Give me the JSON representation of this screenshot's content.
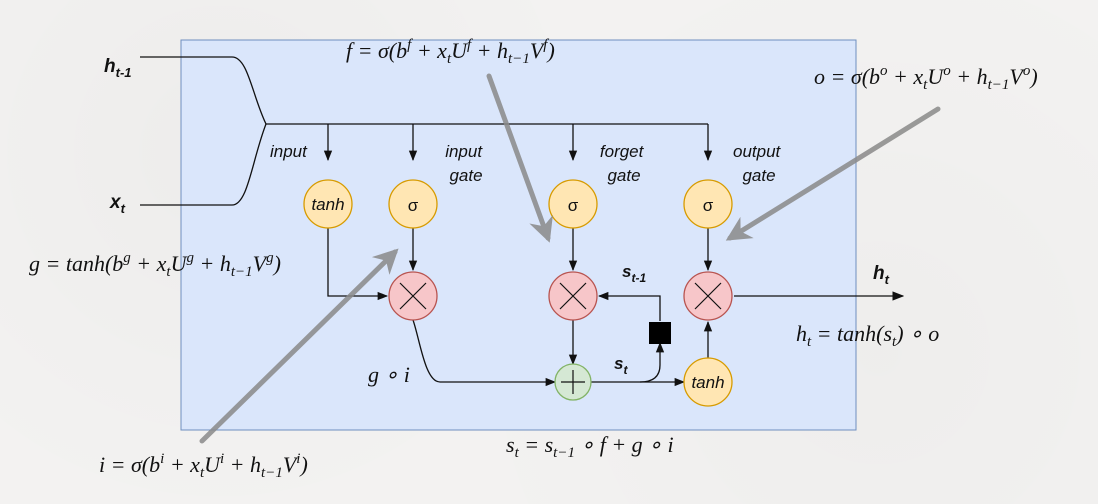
{
  "inputs": {
    "h_prev": {
      "main": "h",
      "sub": "t-1"
    },
    "x": {
      "main": "x",
      "sub": "t"
    }
  },
  "output": {
    "main": "h",
    "sub": "t"
  },
  "state_labels": {
    "s_prev": {
      "main": "s",
      "sub": "t-1"
    },
    "s": {
      "main": "s",
      "sub": "t"
    }
  },
  "gate_labels": {
    "input": [
      "input"
    ],
    "input_gate": [
      "input",
      "gate"
    ],
    "forget_gate": [
      "forget",
      "gate"
    ],
    "output_gate": [
      "output",
      "gate"
    ]
  },
  "nodes": {
    "tanh_in": "tanh",
    "sigma_input": "σ",
    "sigma_forget": "σ",
    "sigma_output": "σ",
    "tanh_out": "tanh"
  },
  "equations": {
    "f": "f = σ(b^f + x_tU^f + h_{t−1}V^f)",
    "o": "o = σ(b^o + x_tU^o + h_{t−1}V^o)",
    "g": "g = tanh(b^g + x_tU^g + h_{t−1}V^g)",
    "i": "i = σ(b^i + x_tU^i + h_{t−1}V^i)",
    "h": "h_t = tanh(s_t) ∘ o",
    "s": "s_t = s_{t−1} ∘ f + g ∘ i",
    "gi": "g ∘ i"
  },
  "colors": {
    "panel_fill": "#dae6fb",
    "panel_stroke": "#6f8fbf",
    "yellow_node": "#ffe6b3",
    "yellow_stroke": "#d79b00",
    "red_node": "#f7c6c9",
    "red_stroke": "#b85450",
    "green_node": "#d5e8d4",
    "green_stroke": "#82b366",
    "pencil": "#8a8a8a"
  }
}
